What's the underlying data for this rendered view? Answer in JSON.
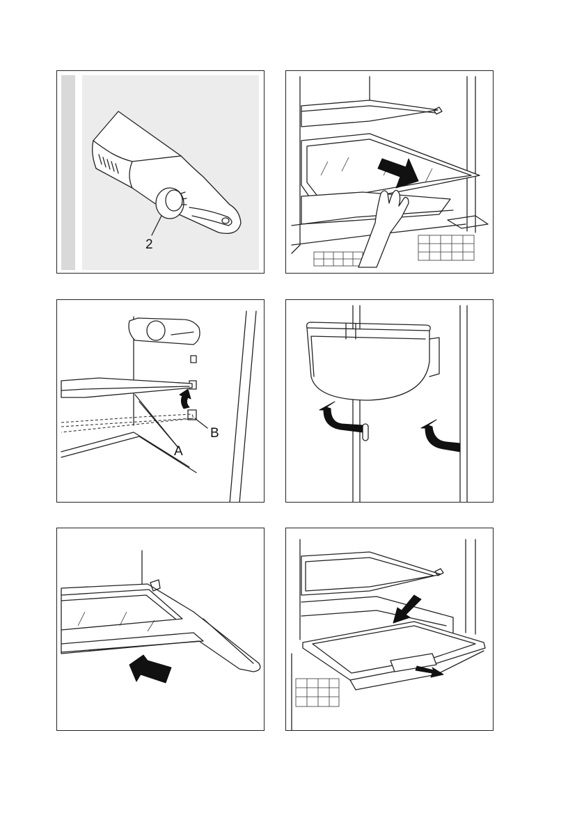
{
  "panels": {
    "p1": {
      "callouts": {
        "knob": "2"
      }
    },
    "p3": {
      "callouts": {
        "support": "A",
        "peg": "B"
      }
    }
  }
}
